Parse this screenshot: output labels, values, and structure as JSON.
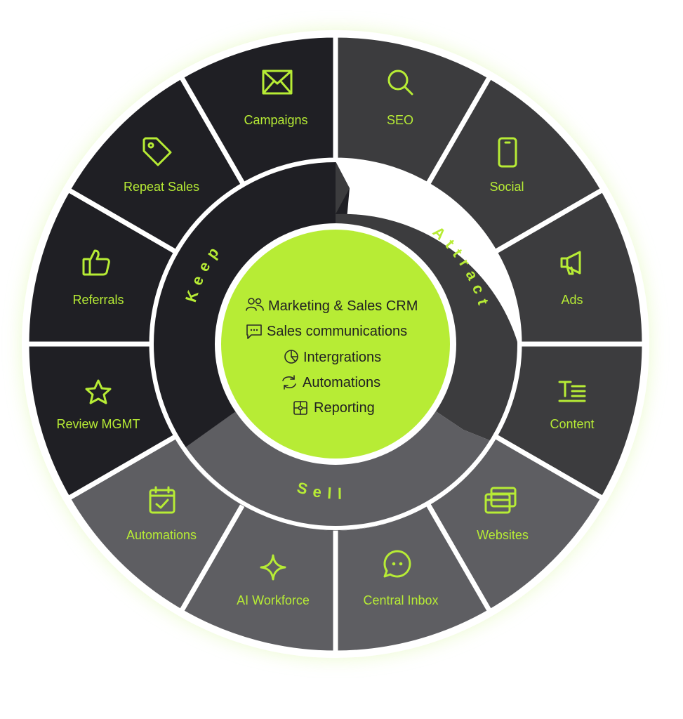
{
  "rings": {
    "keep": "Keep",
    "attract": "Attract",
    "sell": "Sell"
  },
  "segments": [
    {
      "label": "SEO",
      "icon": "search-icon"
    },
    {
      "label": "Social",
      "icon": "phone-icon"
    },
    {
      "label": "Ads",
      "icon": "megaphone-icon"
    },
    {
      "label": "Content",
      "icon": "text-icon"
    },
    {
      "label": "Websites",
      "icon": "windows-icon"
    },
    {
      "label": "Central Inbox",
      "icon": "chat-icon"
    },
    {
      "label": "AI Workforce",
      "icon": "sparkle-icon"
    },
    {
      "label": "Automations",
      "icon": "calendar-check-icon"
    },
    {
      "label": "Review MGMT",
      "icon": "star-icon"
    },
    {
      "label": "Referrals",
      "icon": "thumbs-up-icon"
    },
    {
      "label": "Repeat Sales",
      "icon": "tag-icon"
    },
    {
      "label": "Campaigns",
      "icon": "envelope-icon"
    }
  ],
  "center": [
    {
      "label": "Marketing & Sales CRM",
      "icon": "users-icon"
    },
    {
      "label": "Sales communications",
      "icon": "message-icon"
    },
    {
      "label": "Intergrations",
      "icon": "pie-icon"
    },
    {
      "label": "Automations",
      "icon": "refresh-icon"
    },
    {
      "label": "Reporting",
      "icon": "puzzle-icon"
    }
  ],
  "colors": {
    "accent": "#b7ec35",
    "keep_dark": "#1f1f24",
    "attract_mid": "#3c3c3e",
    "sell_light": "#5e5e62",
    "divider": "#ffffff"
  }
}
